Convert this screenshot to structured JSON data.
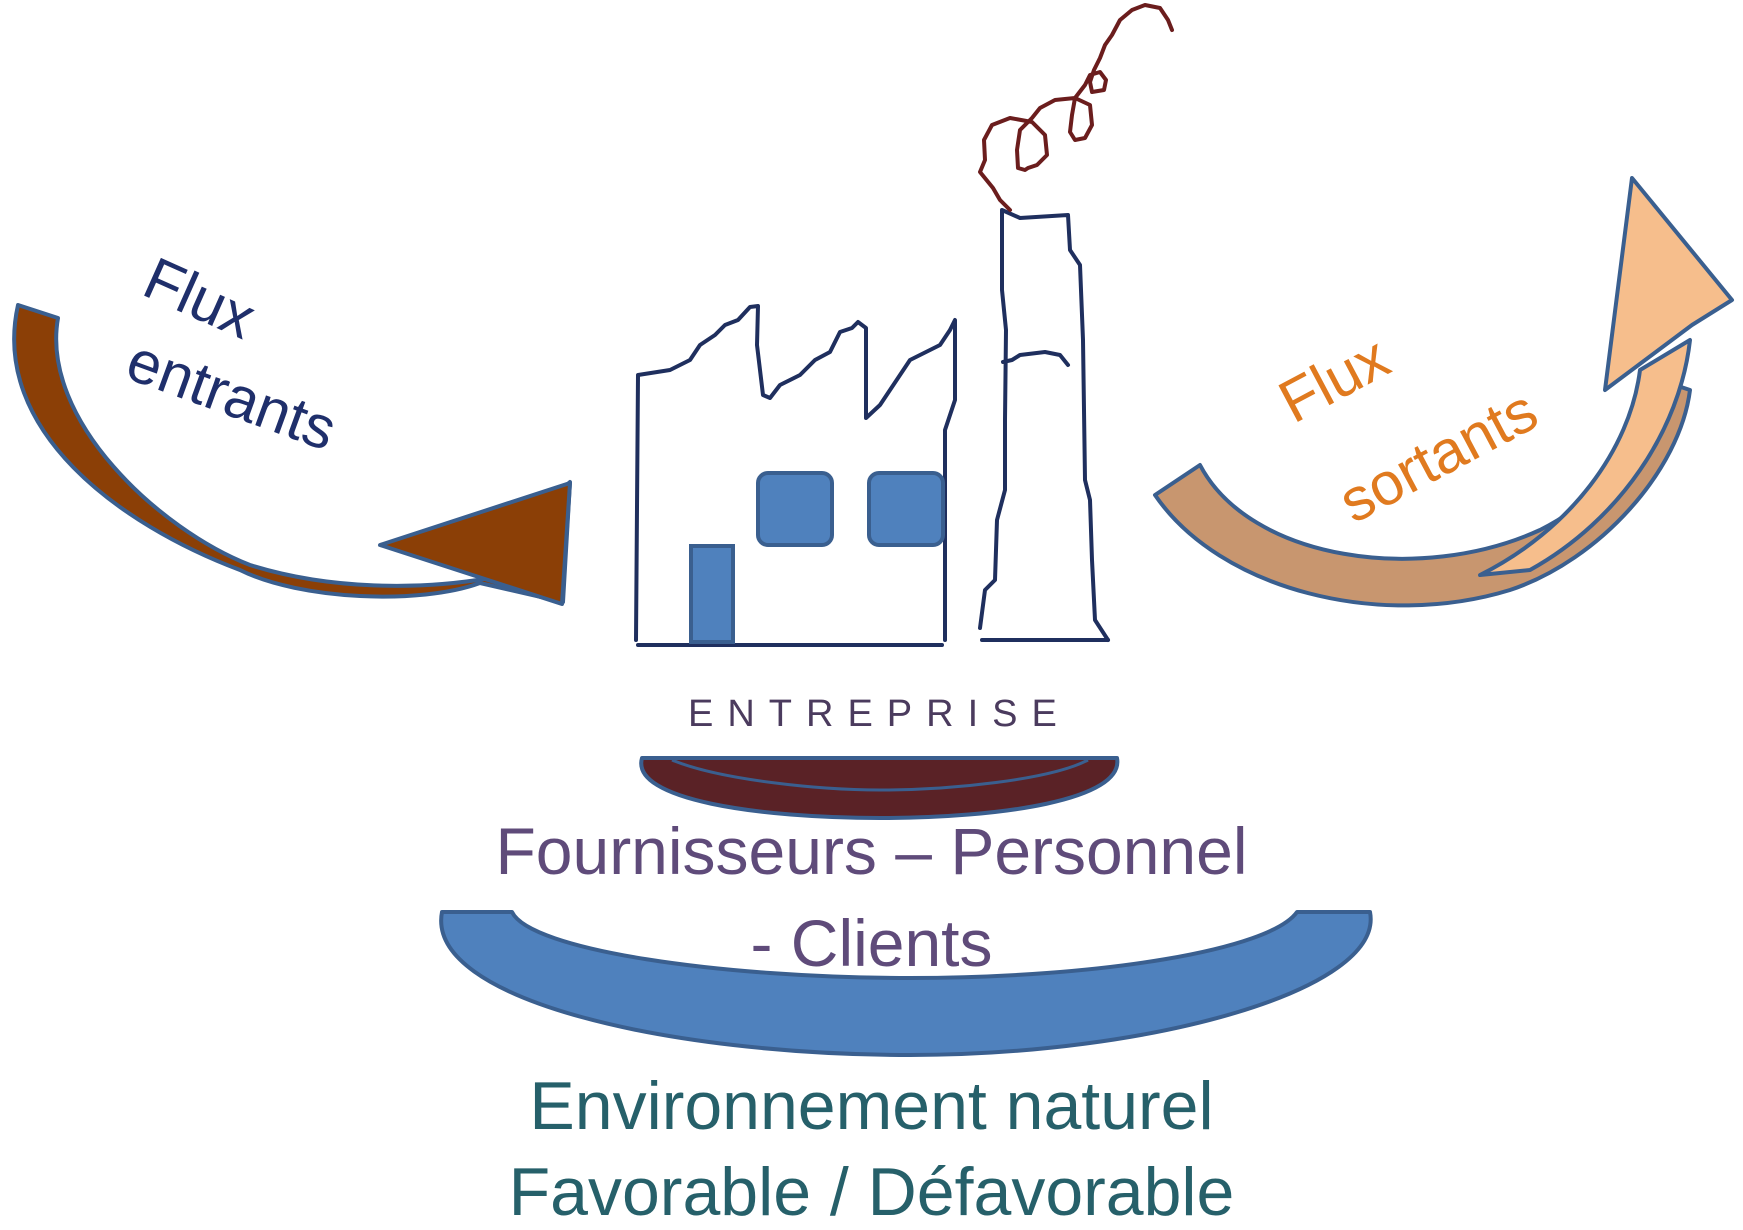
{
  "labels": {
    "inflow_line1": "Flux",
    "inflow_line2": "entrants",
    "outflow_line1": "Flux",
    "outflow_line2": "sortants",
    "company": "ENTREPRISE",
    "stakeholders_line1": "Fournisseurs – Personnel",
    "stakeholders_line2": "- Clients",
    "environment_line1": "Environnement naturel",
    "environment_line2": "Favorable / Défavorable"
  },
  "colors": {
    "inflow_arrow": "#8b3f06",
    "outflow_arrow": "#f6be8c",
    "outflow_arrow_dark": "#c8966f",
    "building_window": "#4f81bd",
    "building_outline": "#1f2f5e",
    "smoke": "#6b1d1d",
    "stakeholder_arc": "#5a2226",
    "environment_arc": "#4f81bd",
    "arc_border": "#3a5f8f"
  }
}
